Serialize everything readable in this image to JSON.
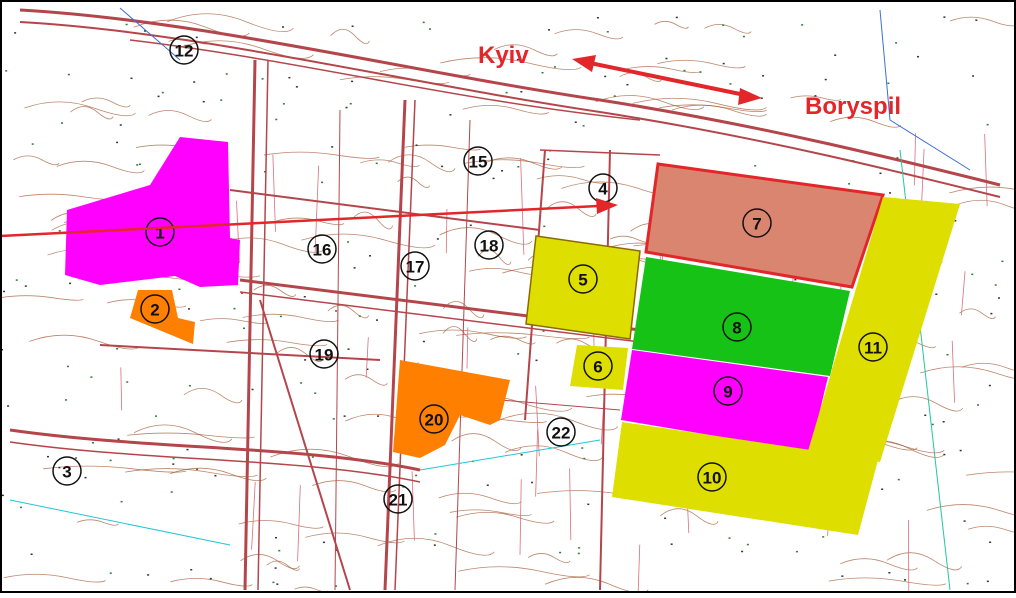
{
  "map": {
    "directions": {
      "left": "Kyiv",
      "right": "Boryspil"
    },
    "plots": [
      {
        "id": "plot-1",
        "label": "1",
        "fill": "#ff00ff"
      },
      {
        "id": "plot-2",
        "label": "2",
        "fill": "#ff7f00"
      },
      {
        "id": "plot-3",
        "label": "3",
        "fill": "none"
      },
      {
        "id": "plot-4",
        "label": "4",
        "fill": "none"
      },
      {
        "id": "plot-5",
        "label": "5",
        "fill": "#dede00"
      },
      {
        "id": "plot-6",
        "label": "6",
        "fill": "#dede00"
      },
      {
        "id": "plot-7",
        "label": "7",
        "fill": "#d9856f"
      },
      {
        "id": "plot-8",
        "label": "8",
        "fill": "#17c217"
      },
      {
        "id": "plot-9",
        "label": "9",
        "fill": "#ff00ff"
      },
      {
        "id": "plot-10",
        "label": "10",
        "fill": "#dede00"
      },
      {
        "id": "plot-11",
        "label": "11",
        "fill": "#dede00"
      },
      {
        "id": "plot-12",
        "label": "12",
        "fill": "none"
      },
      {
        "id": "plot-15",
        "label": "15",
        "fill": "none"
      },
      {
        "id": "plot-16",
        "label": "16",
        "fill": "none"
      },
      {
        "id": "plot-17",
        "label": "17",
        "fill": "none"
      },
      {
        "id": "plot-18",
        "label": "18",
        "fill": "none"
      },
      {
        "id": "plot-19",
        "label": "19",
        "fill": "none"
      },
      {
        "id": "plot-20",
        "label": "20",
        "fill": "#ff7f00"
      },
      {
        "id": "plot-21",
        "label": "21",
        "fill": "none"
      },
      {
        "id": "plot-22",
        "label": "22",
        "fill": "none"
      }
    ],
    "colors": {
      "road": "#b4464b",
      "contour": "#a0522d",
      "arrow": "#e3262a",
      "outline": "#e3262a"
    }
  }
}
